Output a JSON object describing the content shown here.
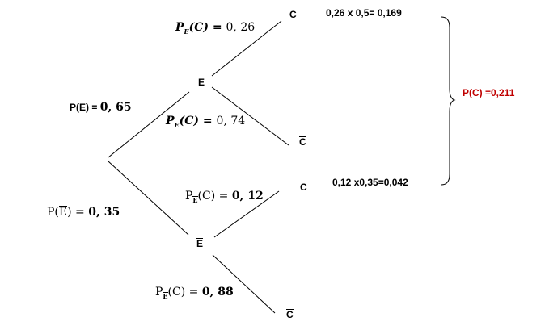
{
  "nodes": {
    "e": "E",
    "e_bar": "E",
    "c_top": "C",
    "c_bar_top": "C",
    "c_mid": "C",
    "c_bar_bottom": "C"
  },
  "branches": {
    "p_e_prefix": "P(E) = ",
    "p_e_value": "0, 65",
    "p_ebar_prefix": "P(",
    "p_ebar_event": "E",
    "p_ebar_suffix": ") = ",
    "p_ebar_value": "0, 35",
    "pe_c_p": "P",
    "pe_c_sub": "E",
    "pe_c_arg": "(C) = ",
    "pe_c_value": "0, 26",
    "pe_cbar_p": "P",
    "pe_cbar_sub": "E",
    "pe_cbar_open": "(",
    "pe_cbar_event": "C",
    "pe_cbar_close": ") = ",
    "pe_cbar_value": "0, 74",
    "pebar_c_p": "P",
    "pebar_c_sub": "E",
    "pebar_c_arg": "(C) = ",
    "pebar_c_value": "0, 12",
    "pebar_cbar_p": "P",
    "pebar_cbar_sub": "E",
    "pebar_cbar_open": "(",
    "pebar_cbar_event": "C",
    "pebar_cbar_close": ") = ",
    "pebar_cbar_value": "0, 88"
  },
  "results": {
    "top": "0,26 x 0,5= 0,169",
    "mid": "0,12 x0,35=0,042",
    "total": "P(C) =0,211"
  },
  "colors": {
    "total": "#c00000",
    "lines": "#000000"
  }
}
